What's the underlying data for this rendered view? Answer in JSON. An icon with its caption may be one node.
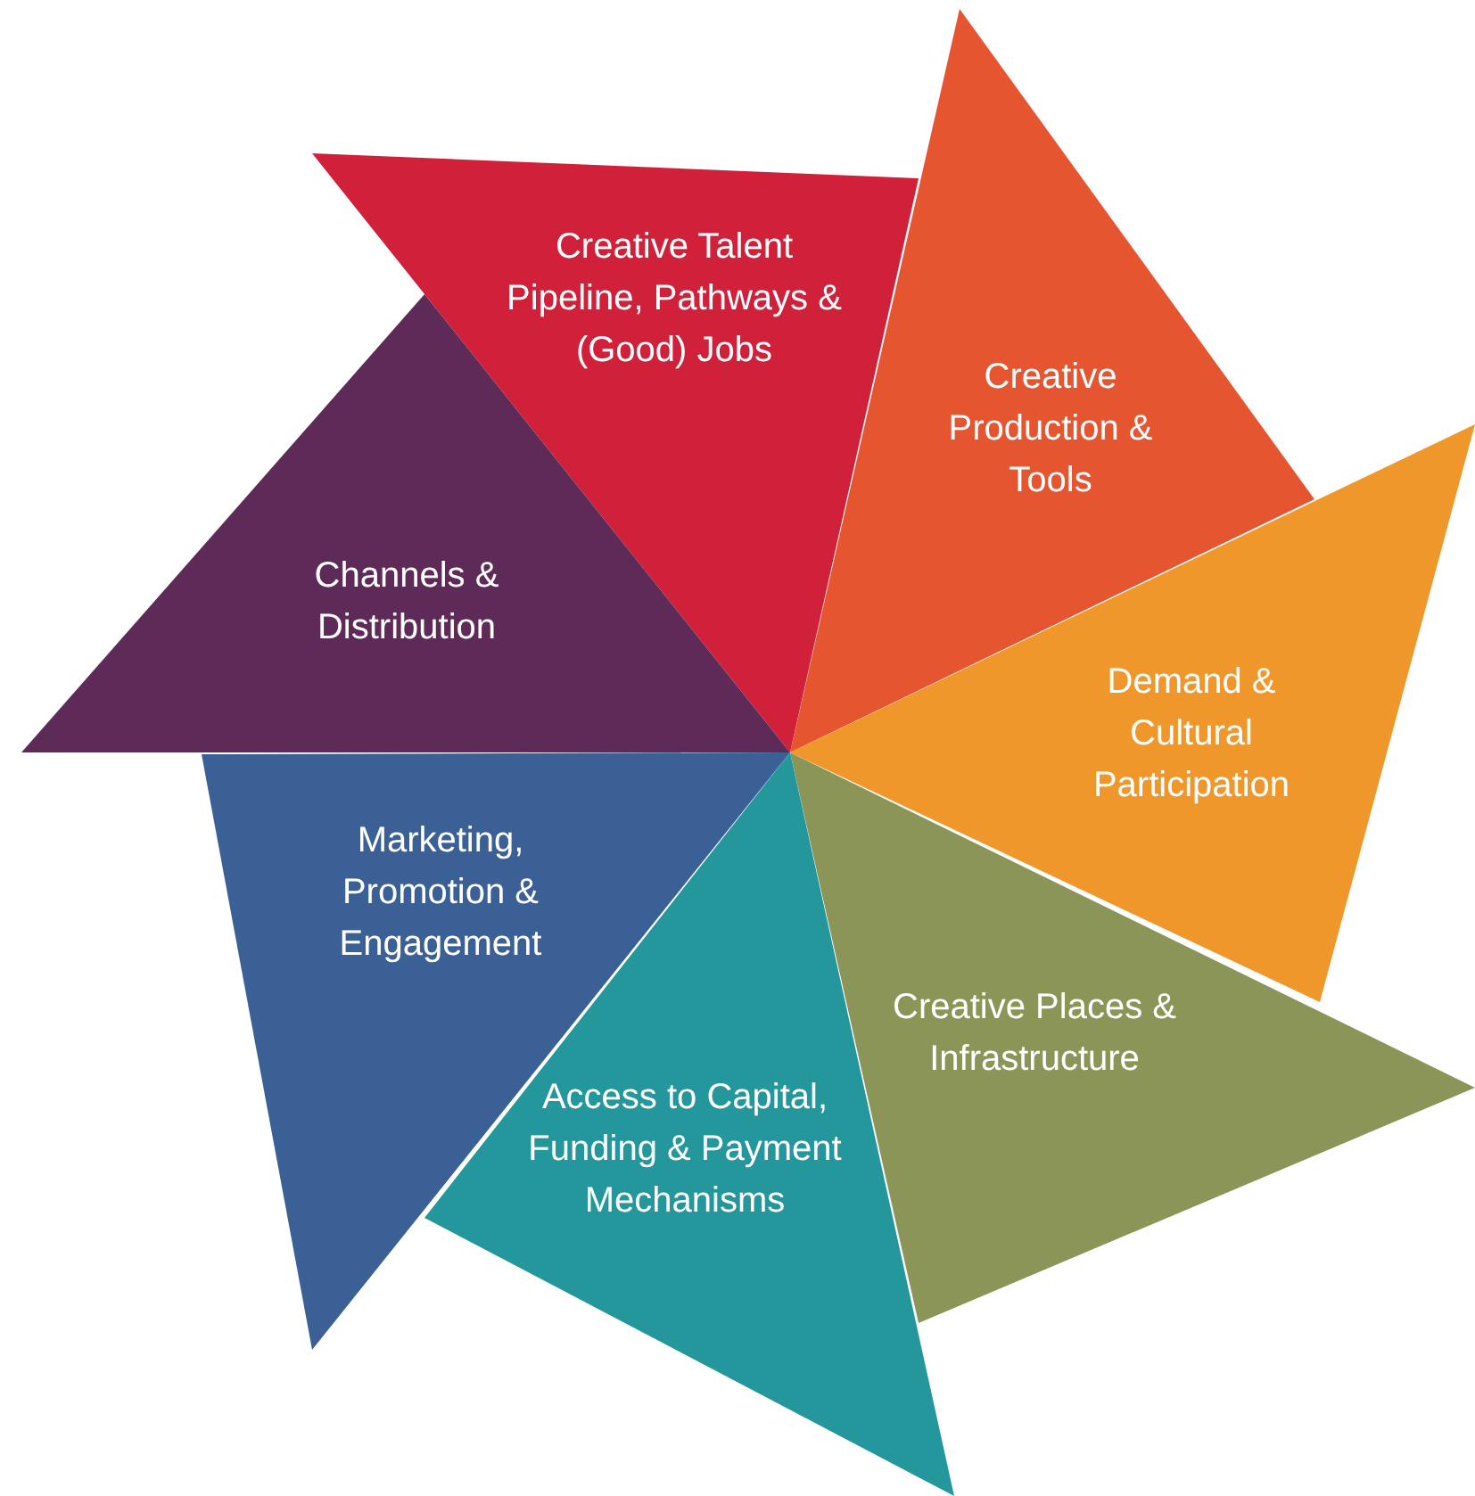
{
  "diagram": {
    "nodes": [
      {
        "text": [
          "Creative Talent Pipeline, Pathways & (Good) Jobs"
        ]
      },
      {
        "text": [
          "Creative Production & Tools"
        ]
      },
      {
        "text": [
          "Channels & Distribution"
        ]
      },
      {
        "text": [
          "Demand & Cultural Participation"
        ]
      },
      {
        "text": [
          "Marketing, Promotion & Engagement"
        ]
      },
      {
        "text": [
          "Creative Places & Infrastructure"
        ]
      },
      {
        "text": [
          "Access to Capital, Funding & Payment Mechanisms"
        ]
      }
    ]
  }
}
